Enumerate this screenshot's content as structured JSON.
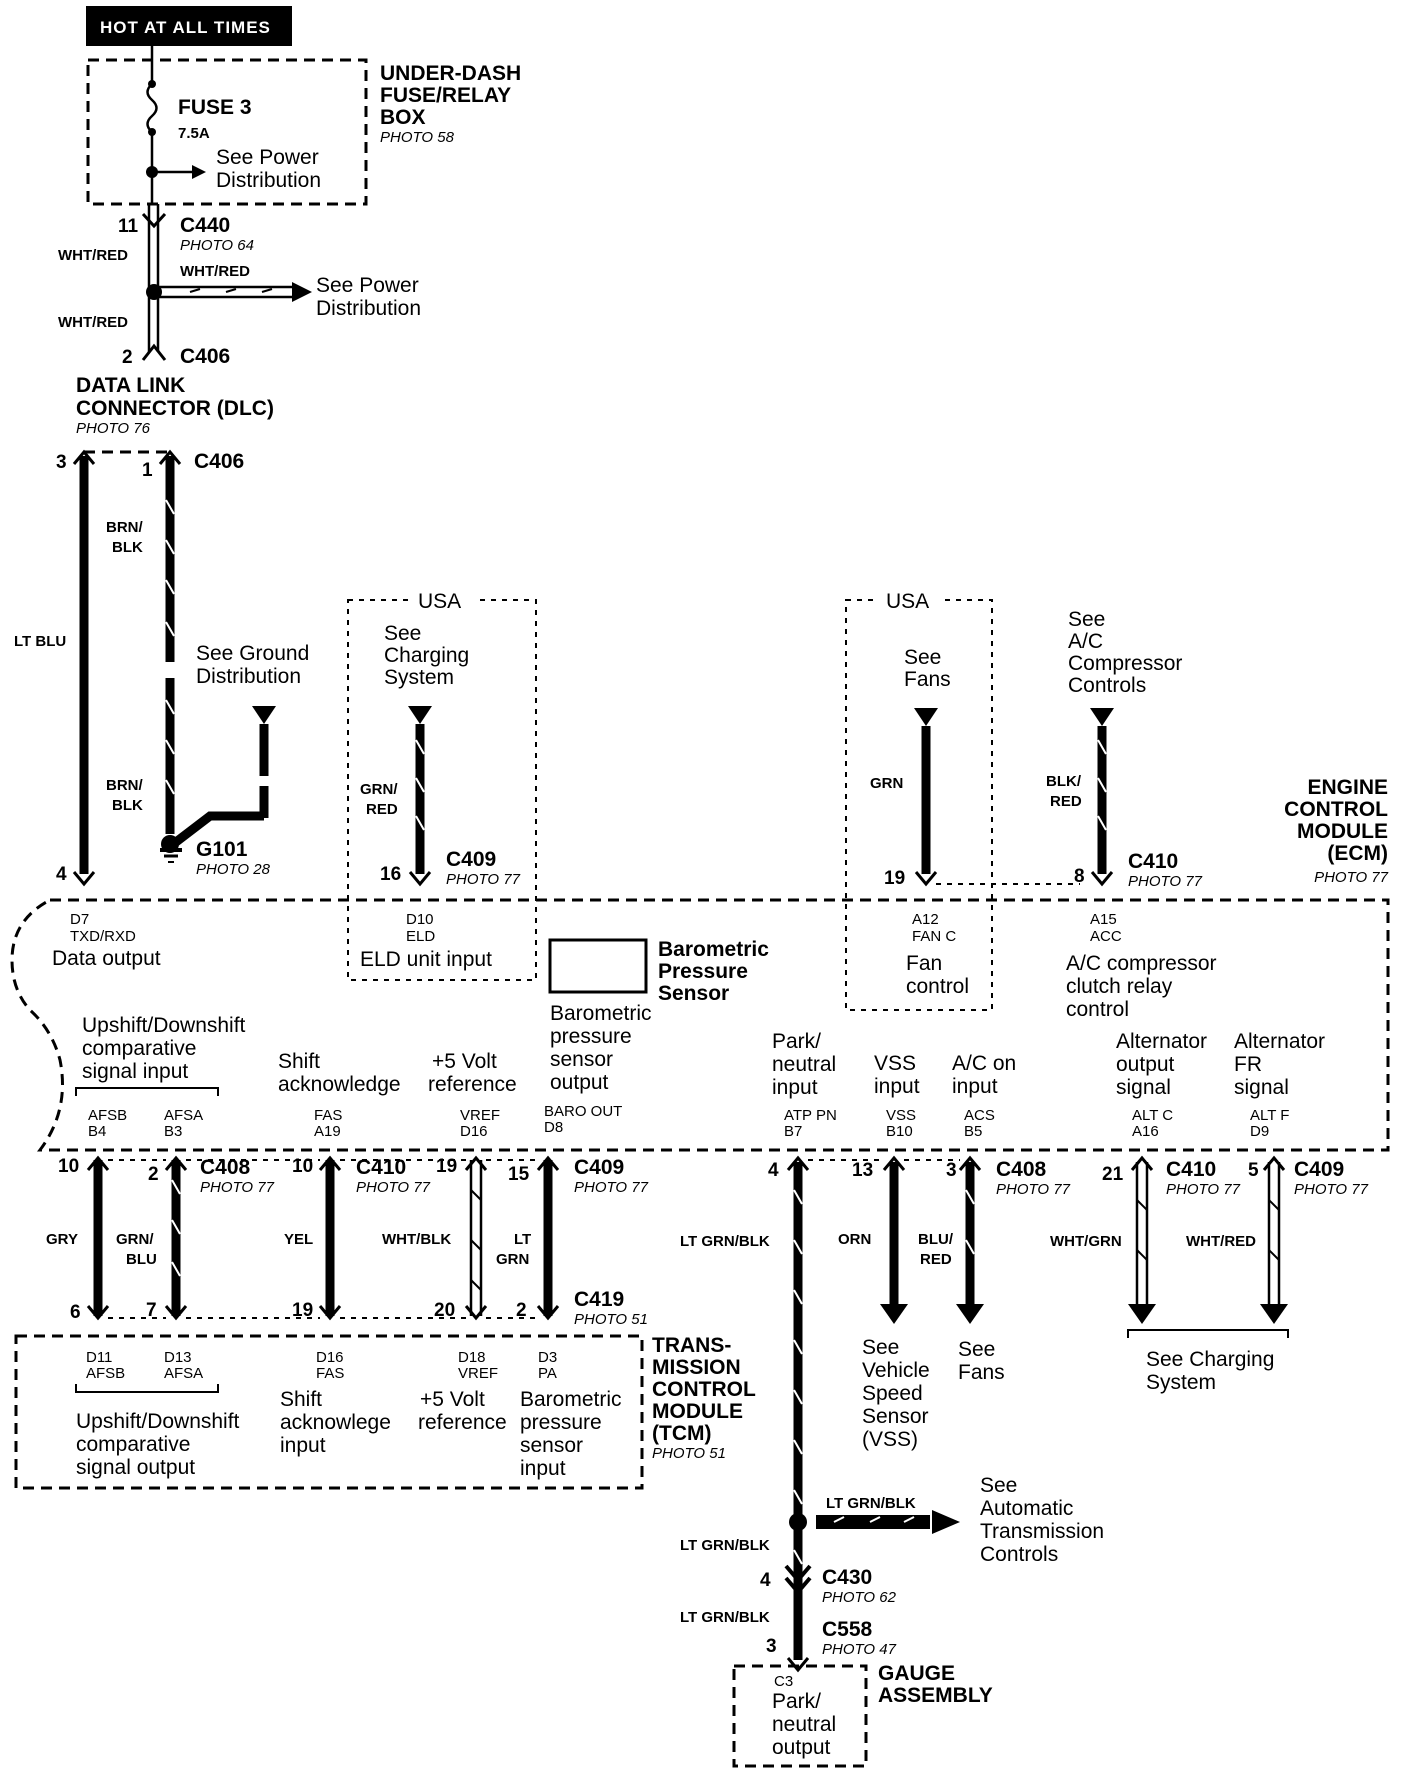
{
  "header": {
    "hot_label": "HOT AT ALL TIMES"
  },
  "fuse_box": {
    "title_line1": "UNDER-DASH",
    "title_line2": "FUSE/RELAY",
    "title_line3": "BOX",
    "photo": "PHOTO 58",
    "fuse_name": "FUSE  3",
    "fuse_rating": "7.5A",
    "note_line1": "See Power",
    "note_line2": "Distribution"
  },
  "top_chain": {
    "c440": {
      "pin": "11",
      "name": "C440",
      "photo": "PHOTO 64"
    },
    "wire_color": "WHT/RED",
    "splice_wire_color": "WHT/RED",
    "splice_note_line1": "See Power",
    "splice_note_line2": "Distribution",
    "c406": {
      "pin": "2",
      "name": "C406"
    }
  },
  "dlc": {
    "title_line1": "DATA LINK",
    "title_line2": "CONNECTOR (DLC)",
    "photo": "PHOTO 76",
    "connector": "C406",
    "pin_left": "3",
    "pin_right": "1",
    "left_wire": "LT BLU",
    "right_wire_top_l1": "BRN/",
    "right_wire_top_l2": "BLK",
    "right_wire_bot_l1": "BRN/",
    "right_wire_bot_l2": "BLK",
    "ground_note_line1": "See Ground",
    "ground_note_line2": "Distribution",
    "ground_name": "G101",
    "ground_photo": "PHOTO 28",
    "ecm_pin": "4"
  },
  "usa_left": {
    "tag": "USA",
    "note_line1": "See",
    "note_line2": "Charging",
    "note_line3": "System",
    "wire_l1": "GRN/",
    "wire_l2": "RED",
    "pin": "16",
    "connector": "C409",
    "photo": "PHOTO 77"
  },
  "usa_right": {
    "tag": "USA",
    "note_line1": "See",
    "note_line2": "Fans",
    "wire": "GRN",
    "pin": "19"
  },
  "ac_comp": {
    "note_line1": "See",
    "note_line2": "A/C",
    "note_line3": "Compressor",
    "note_line4": "Controls",
    "wire_l1": "BLK/",
    "wire_l2": "RED",
    "pin": "8",
    "connector": "C410",
    "photo": "PHOTO 77"
  },
  "ecm": {
    "title_line1": "ENGINE",
    "title_line2": "CONTROL",
    "title_line3": "MODULE",
    "title_line4": "(ECM)",
    "photo": "PHOTO 77",
    "d7_pin": "D7",
    "d7_sig": "TXD/RXD",
    "d7_desc": "Data output",
    "d10_pin": "D10",
    "d10_sig": "ELD",
    "d10_desc": "ELD unit input",
    "baro_name_l1": "Barometric",
    "baro_name_l2": "Pressure",
    "baro_name_l3": "Sensor",
    "baro_out_l1": "Barometric",
    "baro_out_l2": "pressure",
    "baro_out_l3": "sensor",
    "baro_out_l4": "output",
    "a12_pin": "A12",
    "a12_sig": "FAN C",
    "a12_desc_l1": "Fan",
    "a12_desc_l2": "control",
    "a15_pin": "A15",
    "a15_sig": "ACC",
    "a15_desc_l1": "A/C compressor",
    "a15_desc_l2": "clutch relay",
    "a15_desc_l3": "control",
    "updown_l1": "Upshift/Downshift",
    "updown_l2": "comparative",
    "updown_l3": "signal input",
    "afsb_sig": "AFSB",
    "afsb_pin": "B4",
    "afsa_sig": "AFSA",
    "afsa_pin": "B3",
    "shift_l1": "Shift",
    "shift_l2": "acknowledge",
    "fas_sig": "FAS",
    "fas_pin": "A19",
    "vref_l1": "+5 Volt",
    "vref_l2": "reference",
    "vref_sig": "VREF",
    "vref_pin": "D16",
    "baro_sig": "BARO OUT",
    "baro_pin": "D8",
    "pn_l1": "Park/",
    "pn_l2": "neutral",
    "pn_l3": "input",
    "pn_sig": "ATP PN",
    "pn_pin": "B7",
    "vss_l1": "VSS",
    "vss_l2": "input",
    "vss_sig": "VSS",
    "vss_pin": "B10",
    "acs_l1": "A/C on",
    "acs_l2": "input",
    "acs_sig": "ACS",
    "acs_pin": "B5",
    "altc_l1": "Alternator",
    "altc_l2": "output",
    "altc_l3": "signal",
    "altc_sig": "ALT C",
    "altc_pin": "A16",
    "altf_l1": "Alternator",
    "altf_l2": "FR",
    "altf_l3": "signal",
    "altf_sig": "ALT F",
    "altf_pin": "D9"
  },
  "lower": {
    "c408_name": "C408",
    "c408_photo": "PHOTO 77",
    "c410_name": "C410",
    "c410_photo": "PHOTO 77",
    "c409_name": "C409",
    "c409_photo": "PHOTO 77",
    "c419_name": "C419",
    "c419_photo": "PHOTO 51",
    "w_gry": "GRY",
    "w_grnblu_l1": "GRN/",
    "w_grnblu_l2": "BLU",
    "w_yel": "YEL",
    "w_whtblk": "WHT/BLK",
    "w_ltgrn_l1": "LT",
    "w_ltgrn_l2": "GRN",
    "pin_top": [
      "10",
      "2",
      "10",
      "19",
      "15"
    ],
    "pin_bot": [
      "6",
      "7",
      "19",
      "20",
      "2"
    ]
  },
  "tcm": {
    "title_line1": "TRANS-",
    "title_line2": "MISSION",
    "title_line3": "CONTROL",
    "title_line4": "MODULE",
    "title_line5": "(TCM)",
    "photo": "PHOTO 51",
    "d11_pin": "D11",
    "d11_sig": "AFSB",
    "d13_pin": "D13",
    "d13_sig": "AFSA",
    "d16_pin": "D16",
    "d16_sig": "FAS",
    "d18_pin": "D18",
    "d18_sig": "VREF",
    "d3_pin": "D3",
    "d3_sig": "PA",
    "updown_l1": "Upshift/Downshift",
    "updown_l2": "comparative",
    "updown_l3": "signal output",
    "shift_l1": "Shift",
    "shift_l2": "acknowlege",
    "shift_l3": "input",
    "vref_l1": "+5 Volt",
    "vref_l2": "reference",
    "baro_l1": "Barometric",
    "baro_l2": "pressure",
    "baro_l3": "sensor",
    "baro_l4": "input"
  },
  "right_lower": {
    "c408_name": "C408",
    "c408_photo": "PHOTO 77",
    "c410_name": "C410",
    "c410_photo": "PHOTO 77",
    "c409_name": "C409",
    "c409_photo": "PHOTO 77",
    "pin_pn": "4",
    "pin_orn": "13",
    "pin_blu": "3",
    "pin_21": "21",
    "pin_5": "5",
    "w_ltgrnblk": "LT GRN/BLK",
    "w_orn": "ORN",
    "w_blured_l1": "BLU/",
    "w_blured_l2": "RED",
    "w_whtgrn": "WHT/GRN",
    "w_whtred": "WHT/RED",
    "vss_note_l1": "See",
    "vss_note_l2": "Vehicle",
    "vss_note_l3": "Speed",
    "vss_note_l4": "Sensor",
    "vss_note_l5": "(VSS)",
    "fans_note_l1": "See",
    "fans_note_l2": "Fans",
    "chg_note_l1": "See Charging",
    "chg_note_l2": "System"
  },
  "pn_chain": {
    "splice_wire": "LT GRN/BLK",
    "atc_note_l1": "See",
    "atc_note_l2": "Automatic",
    "atc_note_l3": "Transmission",
    "atc_note_l4": "Controls",
    "w_after_splice": "LT GRN/BLK",
    "c430_pin": "4",
    "c430_name": "C430",
    "c430_photo": "PHOTO 62",
    "w_after_c430": "LT GRN/BLK",
    "c558_pin": "3",
    "c558_name": "C558",
    "c558_photo": "PHOTO 47"
  },
  "gauge": {
    "title_line1": "GAUGE",
    "title_line2": "ASSEMBLY",
    "pin": "C3",
    "desc_l1": "Park/",
    "desc_l2": "neutral",
    "desc_l3": "output"
  }
}
